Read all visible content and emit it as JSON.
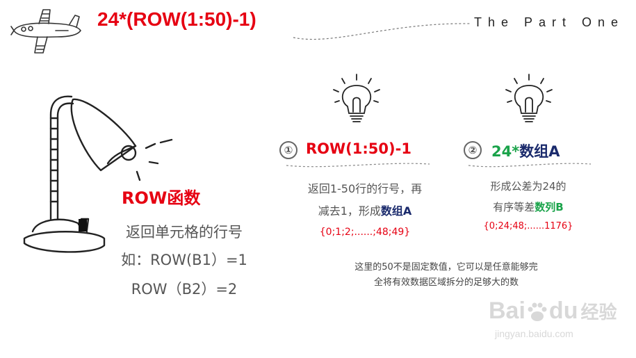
{
  "header": {
    "title": "24*(ROW(1:50)-1)",
    "part_label": "The Part One"
  },
  "left": {
    "heading": "ROW函数",
    "line1": "返回单元格的行号",
    "line2": "如：ROW(B1）=1",
    "line3": "ROW（B2）=2"
  },
  "step1": {
    "number": "①",
    "title": "ROW(1:50)-1",
    "line1": "返回1-50行的行号，再",
    "line2_pre": "减去1，形成",
    "line2_highlight": "数组A",
    "values": "{0;1;2;......;48;49}"
  },
  "step2": {
    "number": "②",
    "title_prefix": "24*",
    "title_suffix": "数组A",
    "line1": "形成公差为24的",
    "line2_pre": "有序等差",
    "line2_highlight": "数列B",
    "values": "{0;24;48;......1176}"
  },
  "note": {
    "line1": "这里的50不是固定数值，它可以是任意能够完",
    "line2": "全将有效数据区域拆分的足够大的数"
  },
  "watermark": {
    "brand": "Bai",
    "brand2": "du",
    "cn": "经验",
    "url": "jingyan.baidu.com"
  },
  "colors": {
    "accent_red": "#e60012",
    "navy": "#1a2a6c",
    "green": "#1aa34a"
  }
}
